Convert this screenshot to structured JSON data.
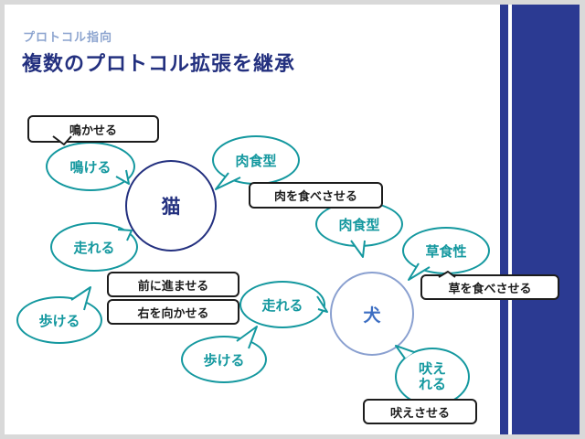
{
  "slide": {
    "kicker": "プロトコル指向",
    "title": "複数のプロトコル拡張を継承"
  },
  "nodes": {
    "cat": "猫",
    "dog": "犬"
  },
  "bubbles": [
    "鳴ける",
    "肉食型",
    "走れる",
    "歩ける",
    "肉食型",
    "草食性",
    "走れる",
    "歩ける",
    "吠えれる"
  ],
  "callouts": [
    "鳴かせる",
    "肉を食べさせる",
    "前に進ませる",
    "右を向かせる",
    "草を食べさせる",
    "吠えさせる"
  ],
  "colors": {
    "teal": "#14989F",
    "navy": "#23307F",
    "dog_blue": "#3C6EC2",
    "dog_ring": "#8AA0D0",
    "band_navy": "#2B3A92",
    "kicker_blue": "#8CA4CF",
    "callout_ink": "#1C1C1C",
    "frame_gray": "#D9D9D9"
  }
}
